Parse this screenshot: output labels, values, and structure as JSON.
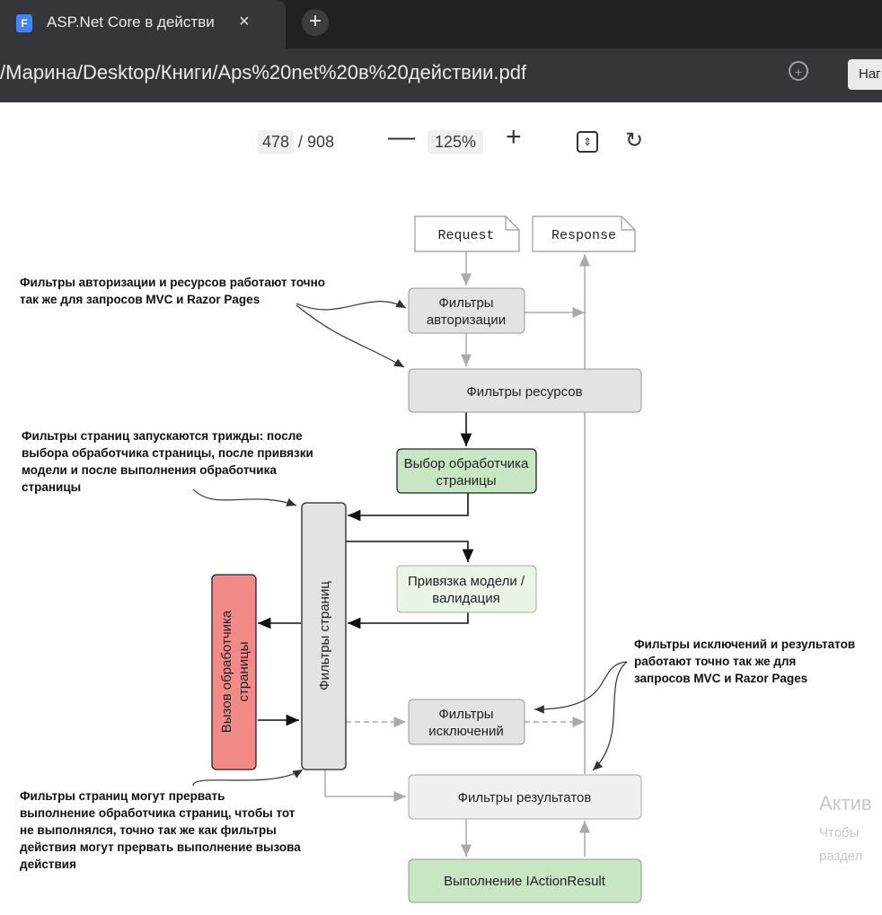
{
  "browser": {
    "tab_title": "ASP.Net Core в действи",
    "tab_close": "×",
    "new_tab": "+",
    "url": "/Марина/Desktop/Книги/Aps%20net%20в%20действии.pdf",
    "nav_button": "Наг"
  },
  "pdf_toolbar": {
    "page_current": "478",
    "page_total": "/ 908",
    "zoom_out": "—",
    "zoom": "125%",
    "zoom_in": "+"
  },
  "diagram": {
    "request": "Request",
    "response": "Response",
    "auth_filters_l1": "Фильтры",
    "auth_filters_l2": "авторизации",
    "resource_filters": "Фильтры ресурсов",
    "handler_select_l1": "Выбор обработчика",
    "handler_select_l2": "страницы",
    "page_filters": "Фильтры страниц",
    "model_binding_l1": "Привязка модели /",
    "model_binding_l2": "валидация",
    "handler_exec_l1": "Вызов обработчика",
    "handler_exec_l2": "страницы",
    "exception_filters_l1": "Фильтры",
    "exception_filters_l2": "исключений",
    "result_filters": "Фильтры результатов",
    "action_result": "Выполнение IActionResult",
    "note_auth_l1": "Фильтры авторизации и ресурсов работают точно",
    "note_auth_l2": "так же для запросов MVC и Razor Pages",
    "note_pages_l1": "Фильтры страниц запускаются трижды: после",
    "note_pages_l2": "выбора обработчика страницы, после привязки",
    "note_pages_l3": "модели и после выполнения обработчика",
    "note_pages_l4": "страницы",
    "note_exc_l1": "Фильтры исключений и результатов",
    "note_exc_l2": "работают точно так же для",
    "note_exc_l3": "запросов MVC и Razor Pages",
    "note_break_l1": "Фильтры страниц могут прервать",
    "note_break_l2": "выполнение обработчика страниц, чтобы тот",
    "note_break_l3": "не выполнялся, точно так же как фильтры",
    "note_break_l4": "действия могут прервать выполнение вызова",
    "note_break_l5": "действия"
  },
  "watermark": {
    "line1": "Актив",
    "line2": "Чтобы",
    "line3": "раздел"
  }
}
